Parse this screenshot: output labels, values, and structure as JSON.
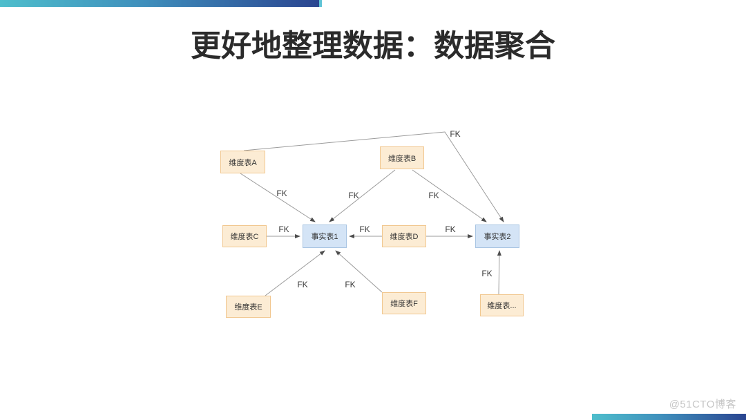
{
  "slide": {
    "title": "更好地整理数据：数据聚合",
    "watermark": "@51CTO博客"
  },
  "diagram": {
    "nodes": [
      {
        "id": "dim-a",
        "label": "维度表A",
        "type": "dimension"
      },
      {
        "id": "dim-b",
        "label": "维度表B",
        "type": "dimension"
      },
      {
        "id": "dim-c",
        "label": "维度表C",
        "type": "dimension"
      },
      {
        "id": "fact-1",
        "label": "事实表1",
        "type": "fact"
      },
      {
        "id": "dim-d",
        "label": "维度表D",
        "type": "dimension"
      },
      {
        "id": "fact-2",
        "label": "事实表2",
        "type": "fact"
      },
      {
        "id": "dim-e",
        "label": "维度表E",
        "type": "dimension"
      },
      {
        "id": "dim-f",
        "label": "维度表F",
        "type": "dimension"
      },
      {
        "id": "dim-more",
        "label": "维度表...",
        "type": "dimension"
      }
    ],
    "edges": [
      {
        "from": "维度表A",
        "to": "事实表2",
        "label": "FK"
      },
      {
        "from": "维度表A",
        "to": "事实表1",
        "label": "FK"
      },
      {
        "from": "维度表B",
        "to": "事实表1",
        "label": "FK"
      },
      {
        "from": "维度表B",
        "to": "事实表2",
        "label": "FK"
      },
      {
        "from": "维度表C",
        "to": "事实表1",
        "label": "FK"
      },
      {
        "from": "维度表D",
        "to": "事实表1",
        "label": "FK"
      },
      {
        "from": "维度表D",
        "to": "事实表2",
        "label": "FK"
      },
      {
        "from": "维度表E",
        "to": "事实表1",
        "label": "FK"
      },
      {
        "from": "维度表F",
        "to": "事实表1",
        "label": "FK"
      },
      {
        "from": "维度表...",
        "to": "事实表2",
        "label": "FK"
      }
    ],
    "colors": {
      "dimension_fill": "#fcecd4",
      "dimension_border": "#f1c78f",
      "fact_fill": "#d4e4f6",
      "fact_border": "#a9c5e3",
      "connector": "#9b9b9b",
      "accent_teal": "#4ebecc",
      "accent_blue": "#2a4590"
    }
  }
}
